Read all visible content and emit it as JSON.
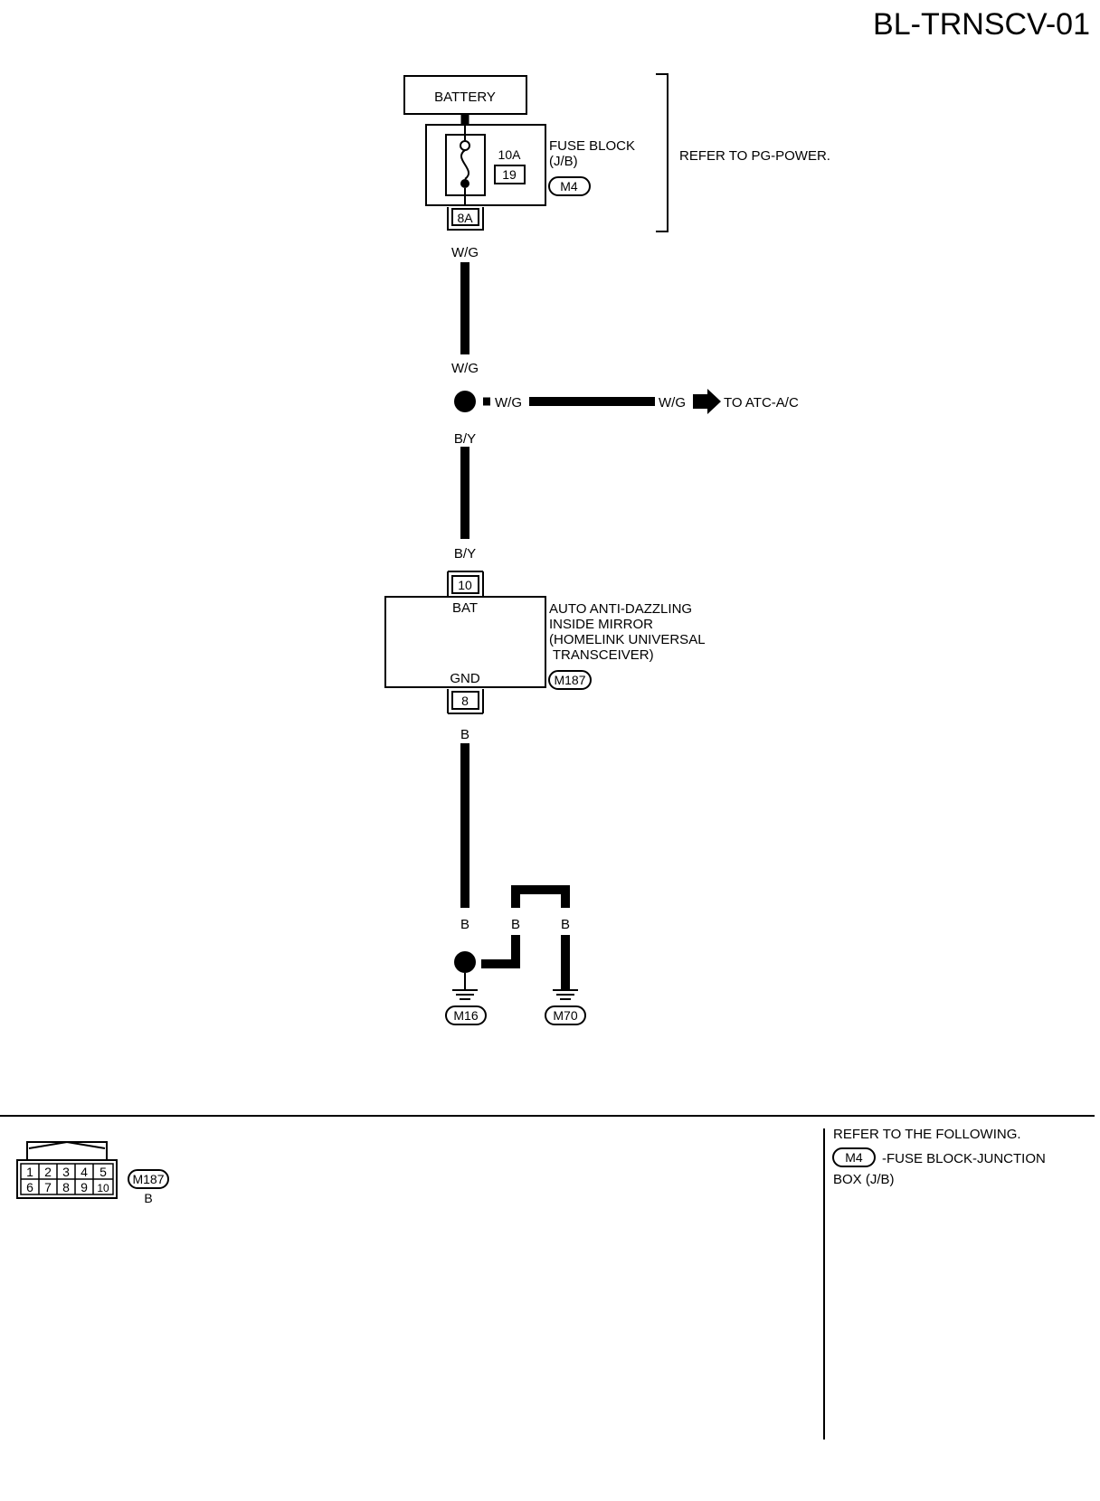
{
  "page_id": "BL-TRNSCV-01",
  "battery": {
    "label": "BATTERY"
  },
  "fuse_block": {
    "rating": "10A",
    "fuse_number": "19",
    "name_line1": "FUSE BLOCK",
    "name_line2": "(J/B)",
    "connector": "M4",
    "terminal": "8A",
    "refer_note": "REFER TO PG-POWER."
  },
  "wires": {
    "fuse_out": "W/G",
    "splice_in": "W/G",
    "branch_left": "W/G",
    "branch_right": "W/G",
    "splice_out": "B/Y",
    "mirror_in": "B/Y",
    "mirror_out": "B",
    "ground_splice": "B",
    "ground_mid": "B",
    "ground_right": "B"
  },
  "branch_destination": "TO ATC-A/C",
  "mirror": {
    "pin_top": "10",
    "pin_top_label": "BAT",
    "pin_bottom_label": "GND",
    "pin_bottom": "8",
    "name_lines": [
      "AUTO ANTI-DAZZLING",
      "INSIDE MIRROR",
      "(HOMELINK UNIVERSAL",
      " TRANSCEIVER)"
    ],
    "connector": "M187"
  },
  "grounds": [
    "M16",
    "M70"
  ],
  "connector_face": {
    "pins_top": [
      "1",
      "2",
      "3",
      "4",
      "5"
    ],
    "pins_bottom": [
      "6",
      "7",
      "8",
      "9",
      "10"
    ],
    "connector": "M187",
    "color_code": "B"
  },
  "refer_following": {
    "heading": "REFER TO THE FOLLOWING.",
    "connector": "M4",
    "desc_line1": "-FUSE BLOCK-JUNCTION",
    "desc_line2": "BOX (J/B)"
  }
}
